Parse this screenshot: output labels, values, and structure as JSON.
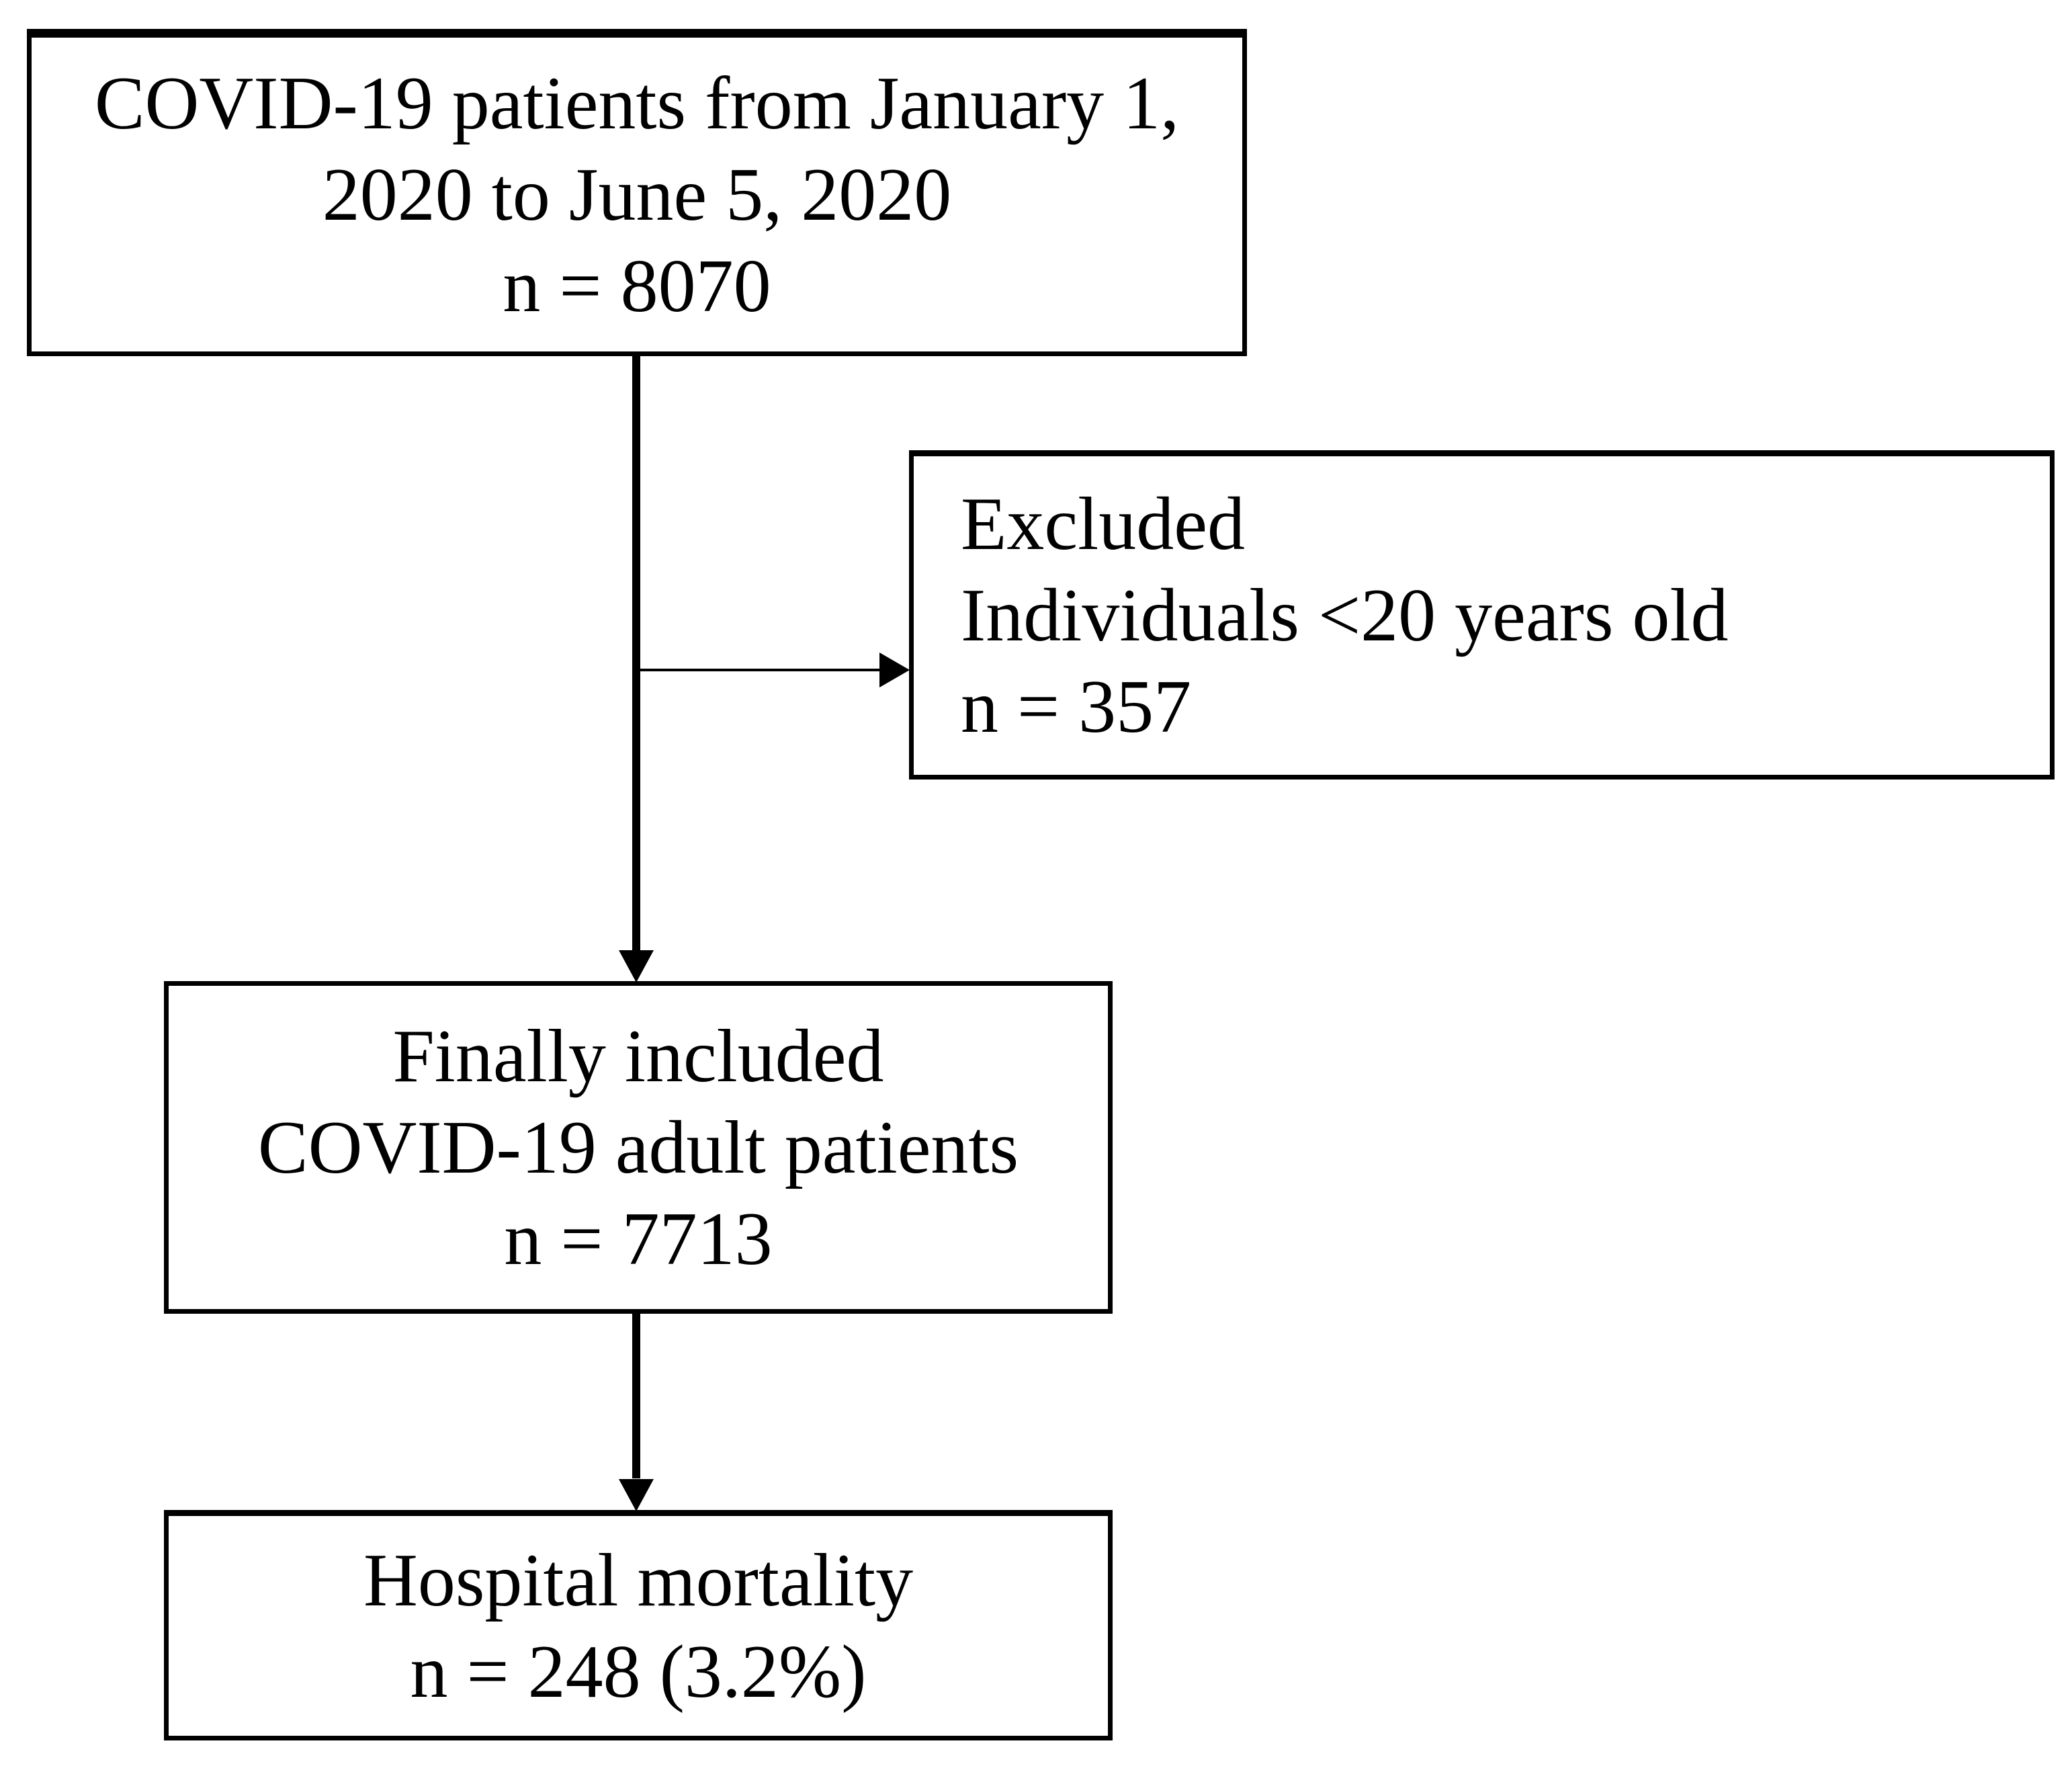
{
  "figure": {
    "type": "patient-flow-diagram",
    "background_color": "#ffffff",
    "border_color": "#000000",
    "text_color": "#000000",
    "arrow_color": "#000000",
    "boxes": [
      {
        "id": "cohort",
        "align": "center",
        "lines": [
          "COVID-19 patients from January 1,",
          "2020 to June 5, 2020",
          "n = 8070"
        ]
      },
      {
        "id": "excluded",
        "align": "left",
        "lines": [
          "Excluded",
          "Individuals <20 years old",
          "n = 357"
        ]
      },
      {
        "id": "included",
        "align": "center",
        "lines": [
          "Finally included",
          "COVID-19 adult patients",
          "n = 7713"
        ]
      },
      {
        "id": "mortality",
        "align": "center",
        "lines": [
          "Hospital mortality",
          "n = 248 (3.2%)"
        ]
      }
    ]
  }
}
